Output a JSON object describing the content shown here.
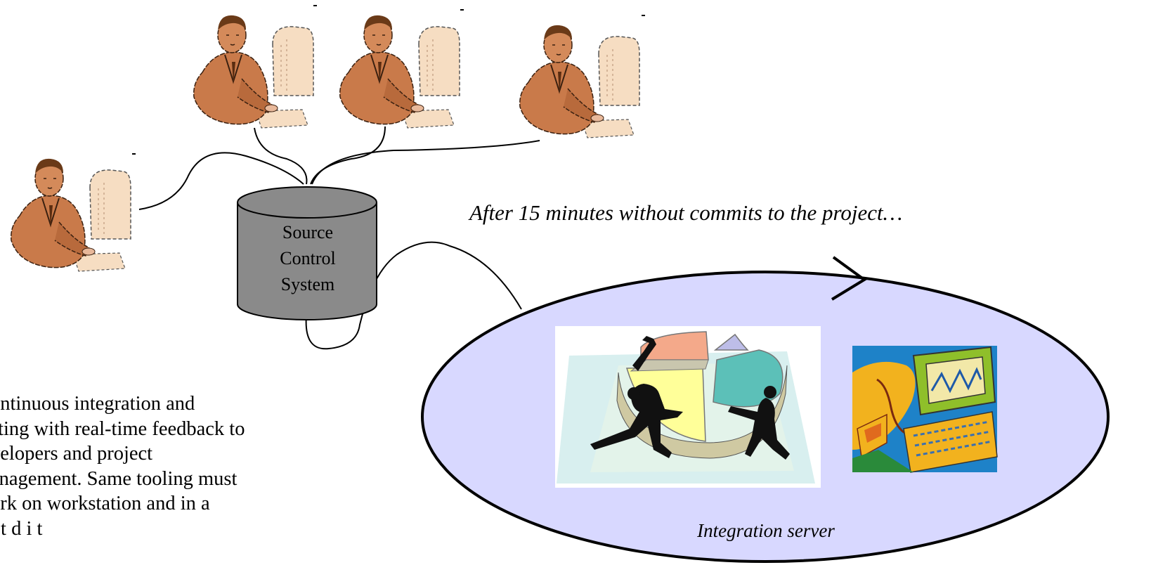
{
  "source_control": {
    "lines": [
      "Source",
      "Control",
      "System"
    ]
  },
  "trigger_caption": "After 15 minutes without commits to the project…",
  "server_caption": "Integration server",
  "description": {
    "lines": [
      "ontinuous integration and",
      "sting with real-time feedback to",
      "velopers and project",
      "anagement. Same tooling must",
      "ork on workstation and in a",
      "i  t  d     i                t"
    ]
  },
  "colors": {
    "skin": "#C97A4A",
    "skin_dark": "#8A4A22",
    "monitor": "#F6DDC2",
    "database": "#8A8A8A",
    "ellipse_fill": "#D8D8FF",
    "pie_salmon": "#F4A98A",
    "pie_teal": "#5CC0B8",
    "pie_yellow": "#FFFF99",
    "pie_lavender": "#BDBDE8",
    "laptop_blue": "#1E82C8",
    "laptop_orange": "#F2B21E"
  },
  "icons": [
    "developer-icon",
    "database-icon",
    "pie-chart-clipart",
    "laptop-graph-clipart",
    "arrow-icon"
  ]
}
